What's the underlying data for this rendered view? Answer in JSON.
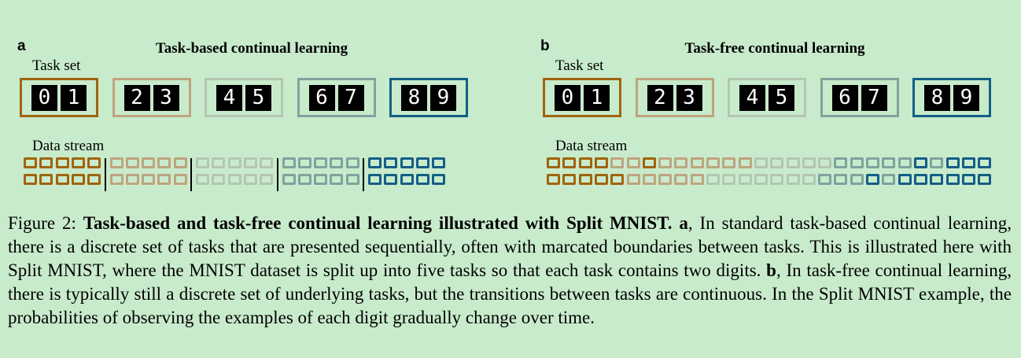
{
  "colors": [
    "#a0640e",
    "#bea47e",
    "#b4c6b0",
    "#7fa39c",
    "#135e86"
  ],
  "panels": [
    {
      "letter": "a",
      "title": "Task-based continual learning",
      "task_set_label": "Task set",
      "data_stream_label": "Data stream",
      "tasks": [
        {
          "digits": [
            "0",
            "1"
          ],
          "color_index": 0
        },
        {
          "digits": [
            "2",
            "3"
          ],
          "color_index": 1
        },
        {
          "digits": [
            "4",
            "5"
          ],
          "color_index": 2
        },
        {
          "digits": [
            "6",
            "7"
          ],
          "color_index": 3
        },
        {
          "digits": [
            "8",
            "9"
          ],
          "color_index": 4
        }
      ],
      "stream_top": [
        0,
        0,
        0,
        0,
        0,
        1,
        1,
        1,
        1,
        1,
        2,
        2,
        2,
        2,
        2,
        3,
        3,
        3,
        3,
        3,
        4,
        4,
        4,
        4,
        4
      ],
      "stream_bottom": [
        0,
        0,
        0,
        0,
        0,
        1,
        1,
        1,
        1,
        1,
        2,
        2,
        2,
        2,
        2,
        3,
        3,
        3,
        3,
        3,
        4,
        4,
        4,
        4,
        4
      ],
      "boundaries_after": [
        5,
        10,
        15,
        20
      ]
    },
    {
      "letter": "b",
      "title": "Task-free continual learning",
      "task_set_label": "Task set",
      "data_stream_label": "Data stream",
      "tasks": [
        {
          "digits": [
            "0",
            "1"
          ],
          "color_index": 0
        },
        {
          "digits": [
            "2",
            "3"
          ],
          "color_index": 1
        },
        {
          "digits": [
            "4",
            "5"
          ],
          "color_index": 2
        },
        {
          "digits": [
            "6",
            "7"
          ],
          "color_index": 3
        },
        {
          "digits": [
            "8",
            "9"
          ],
          "color_index": 4
        }
      ],
      "stream_top": [
        0,
        0,
        0,
        0,
        1,
        1,
        0,
        1,
        1,
        1,
        1,
        1,
        1,
        2,
        2,
        2,
        2,
        2,
        3,
        3,
        3,
        3,
        3,
        4,
        3,
        4,
        4,
        4
      ],
      "stream_bottom": [
        0,
        0,
        0,
        0,
        0,
        1,
        1,
        1,
        1,
        1,
        2,
        2,
        2,
        2,
        2,
        2,
        2,
        3,
        3,
        3,
        4,
        3,
        4,
        4,
        4,
        4,
        4,
        4
      ],
      "boundaries_after": []
    }
  ],
  "caption": {
    "prefix": "Figure 2: ",
    "bold": "Task-based and task-free continual learning illustrated with Split MNIST.",
    "a_label": "a",
    "a_text": ", In standard task-based continual learning, there is a discrete set of tasks that are presented sequentially, often with marcated boundaries between tasks. This is illustrated here with Split MNIST, where the MNIST dataset is split up into five tasks so that each task contains two digits. ",
    "b_label": "b",
    "b_text": ", In task-free continual learning, there is typically still a discrete set of underlying tasks, but the transitions between tasks are continuous. In the Split MNIST example, the probabilities of observing the examples of each digit gradually change over time."
  }
}
